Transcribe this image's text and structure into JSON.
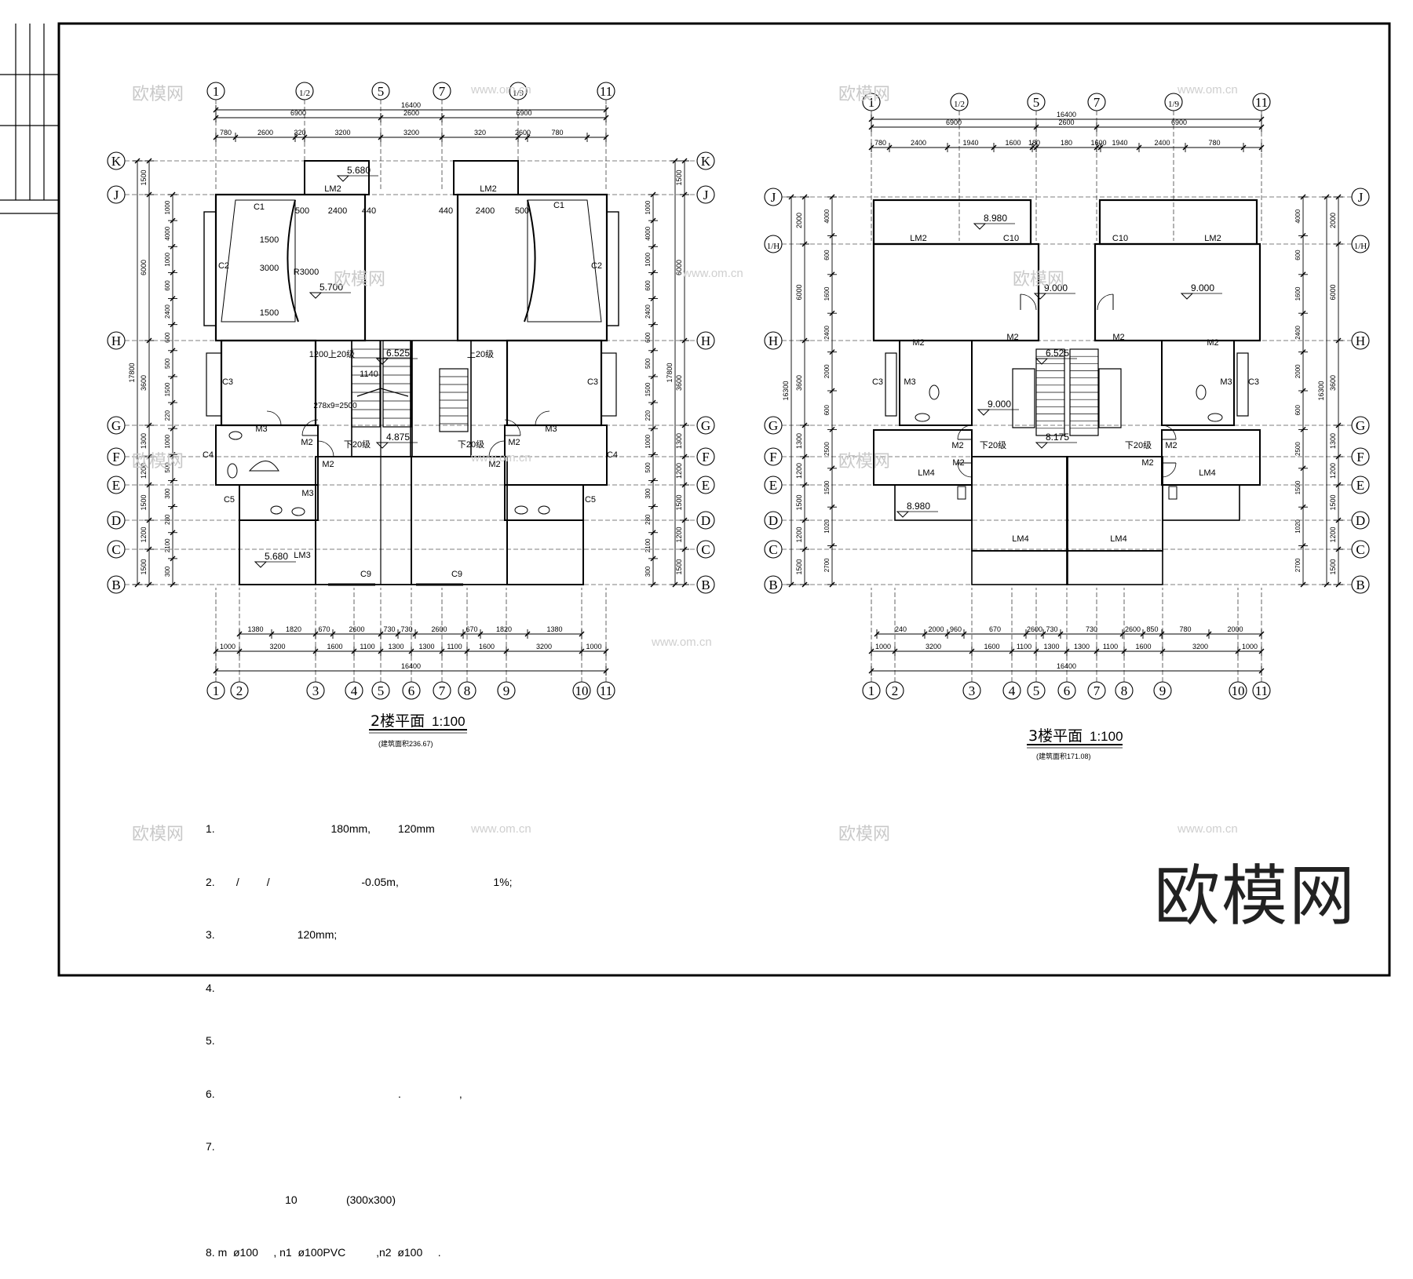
{
  "plans": [
    {
      "title": "2楼平面",
      "scale": "1:100",
      "area": "(建筑面积236.67)",
      "total_width": "16400",
      "top_halves": [
        "6900",
        "2600",
        "6900"
      ],
      "top_parts": [
        "780",
        "2600",
        "320",
        "3200",
        "3200",
        "320",
        "2600",
        "780"
      ],
      "bottom_parts_1": [
        "1380",
        "1820",
        "670",
        "2600",
        "730",
        "730",
        "2600",
        "670",
        "1820",
        "1380"
      ],
      "bottom_parts_2": [
        "1000",
        "3200",
        "1600",
        "1100",
        "1300",
        "1300",
        "1100",
        "1600",
        "3200",
        "1000"
      ],
      "bottom_total": "16400",
      "top_axes": [
        "1",
        "1/2",
        "5",
        "7",
        "1/9",
        "11"
      ],
      "bottom_axes": [
        "1",
        "2",
        "3",
        "4",
        "5",
        "6",
        "7",
        "8",
        "9",
        "10",
        "11"
      ],
      "row_axes": [
        "K",
        "J",
        "H",
        "G",
        "F",
        "E",
        "D",
        "C",
        "B"
      ],
      "side_total": "17800",
      "left_outer": [
        "1500",
        "6000",
        "3600",
        "1300",
        "1200",
        "1500",
        "1200",
        "1500"
      ],
      "left_inner": [
        "1000",
        "4000",
        "1000",
        "600",
        "2400",
        "600",
        "500",
        "1500",
        "220",
        "1000",
        "500",
        "300",
        "280",
        "2100",
        "300"
      ],
      "labels": [
        "C1",
        "C1",
        "C2",
        "C2",
        "C3",
        "C3",
        "C4",
        "C4",
        "C5",
        "C5",
        "LM2",
        "LM2",
        "LM3",
        "M2",
        "M2",
        "M2",
        "M2",
        "M3",
        "M3",
        "M3",
        "C9",
        "C9",
        "R3000",
        "278x9=2500",
        "上20级",
        "下20级",
        "下20级",
        "上20级",
        "1140",
        "500",
        "2400",
        "440",
        "440",
        "2400",
        "500",
        "1500",
        "3000",
        "1500",
        "1200"
      ],
      "elevations": [
        "5.680",
        "5.700",
        "6.525",
        "4.875",
        "5.680"
      ]
    },
    {
      "title": "3楼平面",
      "scale": "1:100",
      "area": "(建筑面积171.08)",
      "total_width": "16400",
      "top_halves": [
        "6900",
        "2600",
        "6900"
      ],
      "top_parts": [
        "780",
        "2400",
        "1940",
        "1600",
        "180",
        "180",
        "1600",
        "1940",
        "2400",
        "780"
      ],
      "bottom_parts_1": [
        "240",
        "2000",
        "960",
        "670",
        "2600",
        "730",
        "730",
        "2600",
        "850",
        "780",
        "2000",
        "240"
      ],
      "bottom_parts_2": [
        "1000",
        "3200",
        "1600",
        "1100",
        "1300",
        "1300",
        "1100",
        "1600",
        "3200",
        "1000"
      ],
      "bottom_total": "16400",
      "top_axes": [
        "1",
        "1/2",
        "5",
        "7",
        "1/9",
        "11"
      ],
      "bottom_axes": [
        "1",
        "2",
        "3",
        "4",
        "5",
        "6",
        "7",
        "8",
        "9",
        "10",
        "11"
      ],
      "row_axes": [
        "J",
        "1/H",
        "H",
        "G",
        "F",
        "E",
        "D",
        "C",
        "B"
      ],
      "side_total": "16300",
      "left_outer": [
        "2000",
        "6000",
        "3600",
        "1300",
        "1200",
        "1500",
        "1200",
        "1500"
      ],
      "left_inner": [
        "4000",
        "600",
        "1600",
        "2400",
        "2000",
        "600",
        "2500",
        "1500",
        "1020",
        "2700"
      ],
      "labels": [
        "LM2",
        "LM2",
        "C10",
        "C10",
        "M2",
        "M2",
        "M2",
        "M2",
        "M2",
        "M2",
        "M2",
        "M2",
        "M3",
        "M3",
        "C3",
        "C3",
        "LM4",
        "LM4",
        "LM4",
        "LM4",
        "下20级",
        "下20级",
        "180",
        "180"
      ],
      "elevations": [
        "8.980",
        "9.000",
        "9.000",
        "6.525",
        "9.000",
        "8.175",
        "8.980"
      ]
    }
  ],
  "notes": [
    "1.                                      180mm,         120mm",
    "2.       /         /                              -0.05m,                               1%;",
    "3.                           120mm;",
    "4.",
    "5.",
    "6.                                                            .                   ,",
    "7.",
    "                          10                (300x300)",
    "8. m  ø100     , n1  ø100PVC          ,n2  ø100     ."
  ],
  "brand": "欧模网",
  "watermark": "欧模网",
  "watermark_url": "www.om.cn"
}
